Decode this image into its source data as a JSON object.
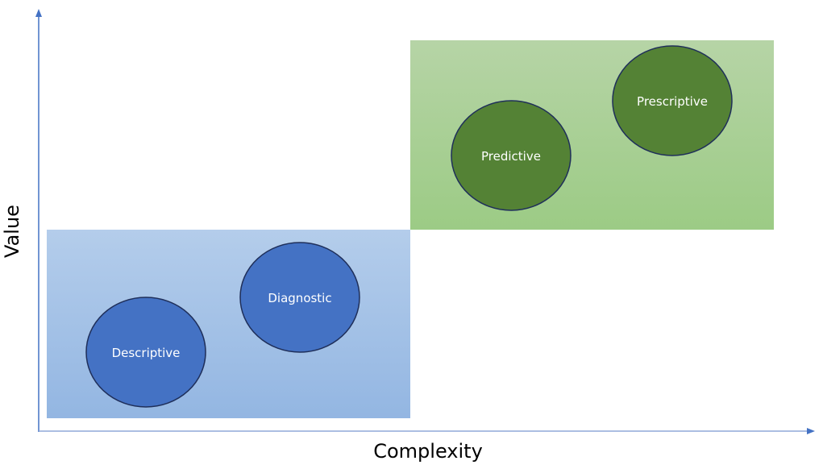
{
  "axes": {
    "x_label": "Complexity",
    "y_label": "Value",
    "color": "#4472c4"
  },
  "zones": [
    {
      "name": "low-value-zone",
      "color_top": "#b4cdeb",
      "color_bottom": "#93b6e2"
    },
    {
      "name": "high-value-zone",
      "color_top": "#b6d4a6",
      "color_bottom": "#9ccb85"
    }
  ],
  "nodes": [
    {
      "label": "Descriptive",
      "fill": "#4472c4",
      "stroke": "#1f2f5a"
    },
    {
      "label": "Diagnostic",
      "fill": "#4472c4",
      "stroke": "#1f2f5a"
    },
    {
      "label": "Predictive",
      "fill": "#548235",
      "stroke": "#1f2f5a"
    },
    {
      "label": "Prescriptive",
      "fill": "#548235",
      "stroke": "#1f2f5a"
    }
  ]
}
